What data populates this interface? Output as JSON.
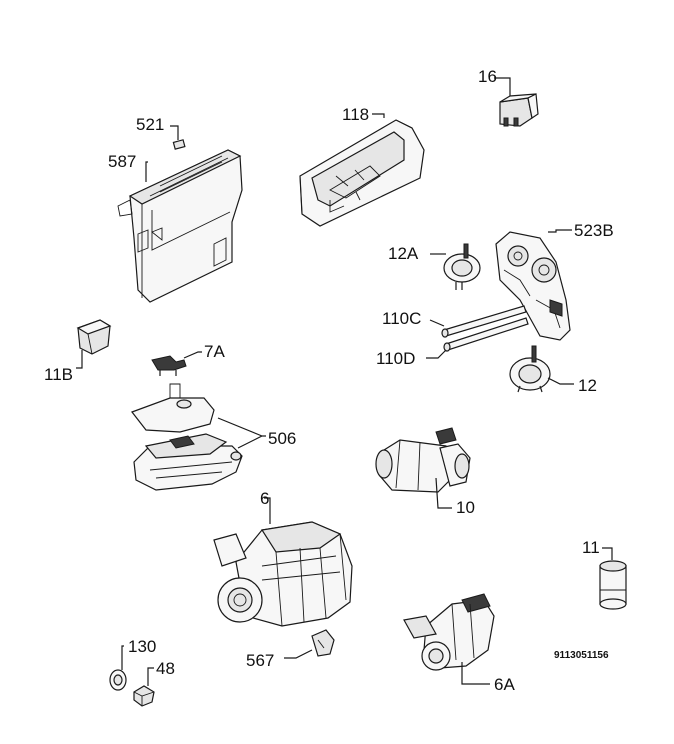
{
  "labels": {
    "p16": "16",
    "p118": "118",
    "p521": "521",
    "p587": "587",
    "p523b": "523B",
    "p12a": "12A",
    "p110c": "110C",
    "p110d": "110D",
    "p12": "12",
    "p11b": "11B",
    "p7a": "7A",
    "p506": "506",
    "p10": "10",
    "p6": "6",
    "p11": "11",
    "p130": "130",
    "p48": "48",
    "p567": "567",
    "p6a": "6A"
  },
  "drawing_code": "9113051156"
}
